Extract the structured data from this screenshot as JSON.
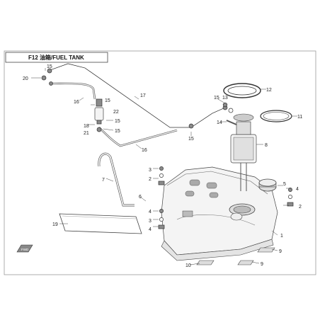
{
  "title": "F12 油箱/FUEL TANK",
  "callouts": [
    "1",
    "2",
    "3",
    "4",
    "5",
    "6",
    "7",
    "8",
    "9",
    "10",
    "11",
    "12",
    "13",
    "14",
    "15",
    "16",
    "17",
    "18",
    "19",
    "20",
    "21",
    "22"
  ],
  "labels": {
    "l1": "1",
    "l2a": "2",
    "l2b": "2",
    "l3a": "3",
    "l3b": "3",
    "l4a": "4",
    "l4b": "4",
    "l4c": "4",
    "l5": "5",
    "l6": "6",
    "l7": "7",
    "l8": "8",
    "l9a": "9",
    "l9b": "9",
    "l10": "10",
    "l11": "11",
    "l12": "12",
    "l13": "13",
    "l14": "14",
    "l15a": "15",
    "l15b": "15",
    "l15c": "15",
    "l15d": "15",
    "l15e": "15",
    "l15f": "15",
    "l16a": "16",
    "l16b": "16",
    "l17": "17",
    "l18": "18",
    "l19": "19",
    "l20": "20",
    "l21": "21",
    "l22": "22"
  },
  "fwd_marker": "FWD"
}
